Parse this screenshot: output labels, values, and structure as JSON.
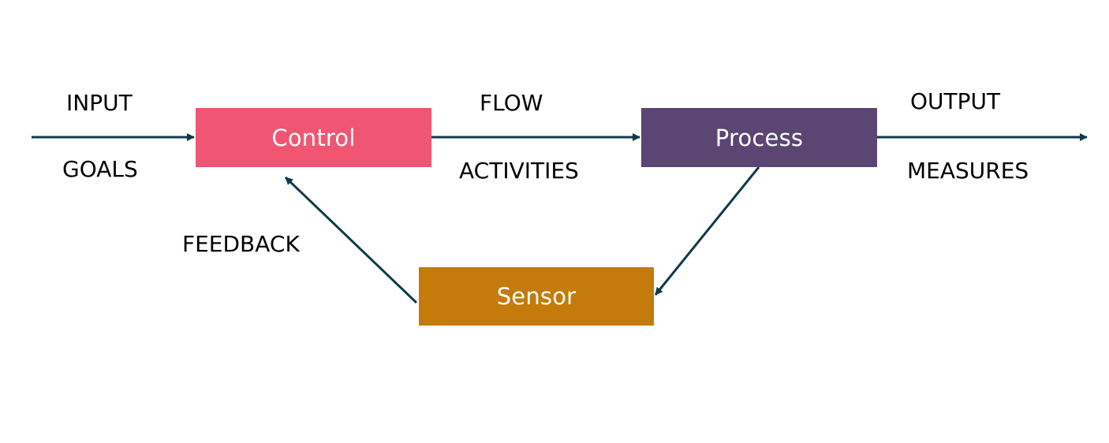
{
  "nodes": {
    "control": {
      "label": "Control",
      "color": "#f05672"
    },
    "process": {
      "label": "Process",
      "color": "#5a4573"
    },
    "sensor": {
      "label": "Sensor",
      "color": "#c47b0c"
    }
  },
  "labels": {
    "input": "INPUT",
    "goals": "GOALS",
    "flow": "FLOW",
    "activities": "ACTIVITIES",
    "output": "OUTPUT",
    "measures": "MEASURES",
    "feedback": "FEEDBACK"
  },
  "edges": [
    {
      "from": "input",
      "to": "control"
    },
    {
      "from": "control",
      "to": "process"
    },
    {
      "from": "process",
      "to": "output"
    },
    {
      "from": "process",
      "to": "sensor"
    },
    {
      "from": "sensor",
      "to": "control"
    }
  ],
  "colors": {
    "arrow": "#0f3a4a",
    "text": "#000000",
    "node_text": "#ffffff"
  }
}
